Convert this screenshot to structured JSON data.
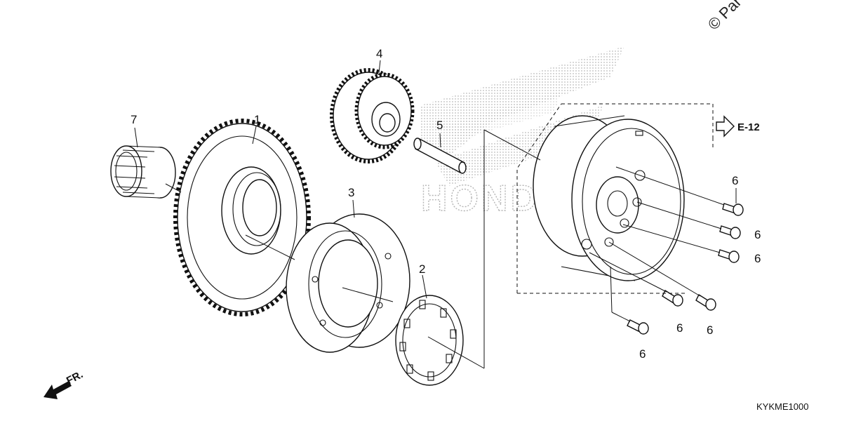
{
  "copyright": "© Par",
  "figure_code": "KYKME1000",
  "reference": {
    "text": "E-12"
  },
  "direction": {
    "text": "FR."
  },
  "watermark": {
    "text": "HONDA"
  },
  "callouts": [
    {
      "id": "part-1",
      "label": "1"
    },
    {
      "id": "part-2",
      "label": "2"
    },
    {
      "id": "part-3",
      "label": "3"
    },
    {
      "id": "part-4",
      "label": "4"
    },
    {
      "id": "part-5",
      "label": "5"
    },
    {
      "id": "part-6a",
      "label": "6"
    },
    {
      "id": "part-6b",
      "label": "6"
    },
    {
      "id": "part-6c",
      "label": "6"
    },
    {
      "id": "part-6d",
      "label": "6"
    },
    {
      "id": "part-6e",
      "label": "6"
    },
    {
      "id": "part-6f",
      "label": "6"
    },
    {
      "id": "part-7",
      "label": "7"
    }
  ]
}
